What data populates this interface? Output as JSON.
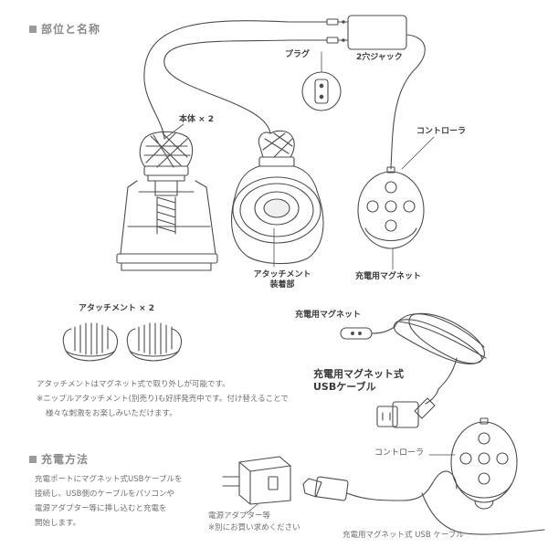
{
  "sections": {
    "parts_title": "部位と名称",
    "charging_title": "充電方法"
  },
  "labels": {
    "plug": "プラグ",
    "jack": "2穴ジャック",
    "body": "本体 × 2",
    "controller_top": "コントローラ",
    "attachment_mount_line1": "アタッチメント",
    "attachment_mount_line2": "装着部",
    "charging_magnet_top": "充電用マグネット",
    "attachments": "アタッチメント × 2",
    "charging_magnet_cable_end": "充電用マグネット",
    "magnet_usb_cable_line1": "充電用マグネット式",
    "magnet_usb_cable_line2": "USBケーブル",
    "controller_bottom": "コントローラ",
    "power_adapter_line1": "電源アダプター等",
    "power_adapter_line2": "※別にお買い求めください",
    "bottom_cable": "充電用マグネット式 USB ケーブル"
  },
  "notes": {
    "attachment_line1": "アタッチメントはマグネット式で取り外しが可能です。",
    "attachment_line2": "※ニップルアタッチメント(別売り)も好評発売中です。付け替えることで",
    "attachment_line3": "様々な刺激をお楽しみいただけます。",
    "charging_line1": "充電ポートにマグネット式USBケーブルを",
    "charging_line2": "接続し、USB側のケーブルをパソコンや",
    "charging_line3": "電源アダプター等に挿し込むと充電を",
    "charging_line4": "開始します。"
  },
  "colors": {
    "line": "#4d4d4d",
    "section_square": "#9a9a9a",
    "text_gray": "#707070"
  }
}
